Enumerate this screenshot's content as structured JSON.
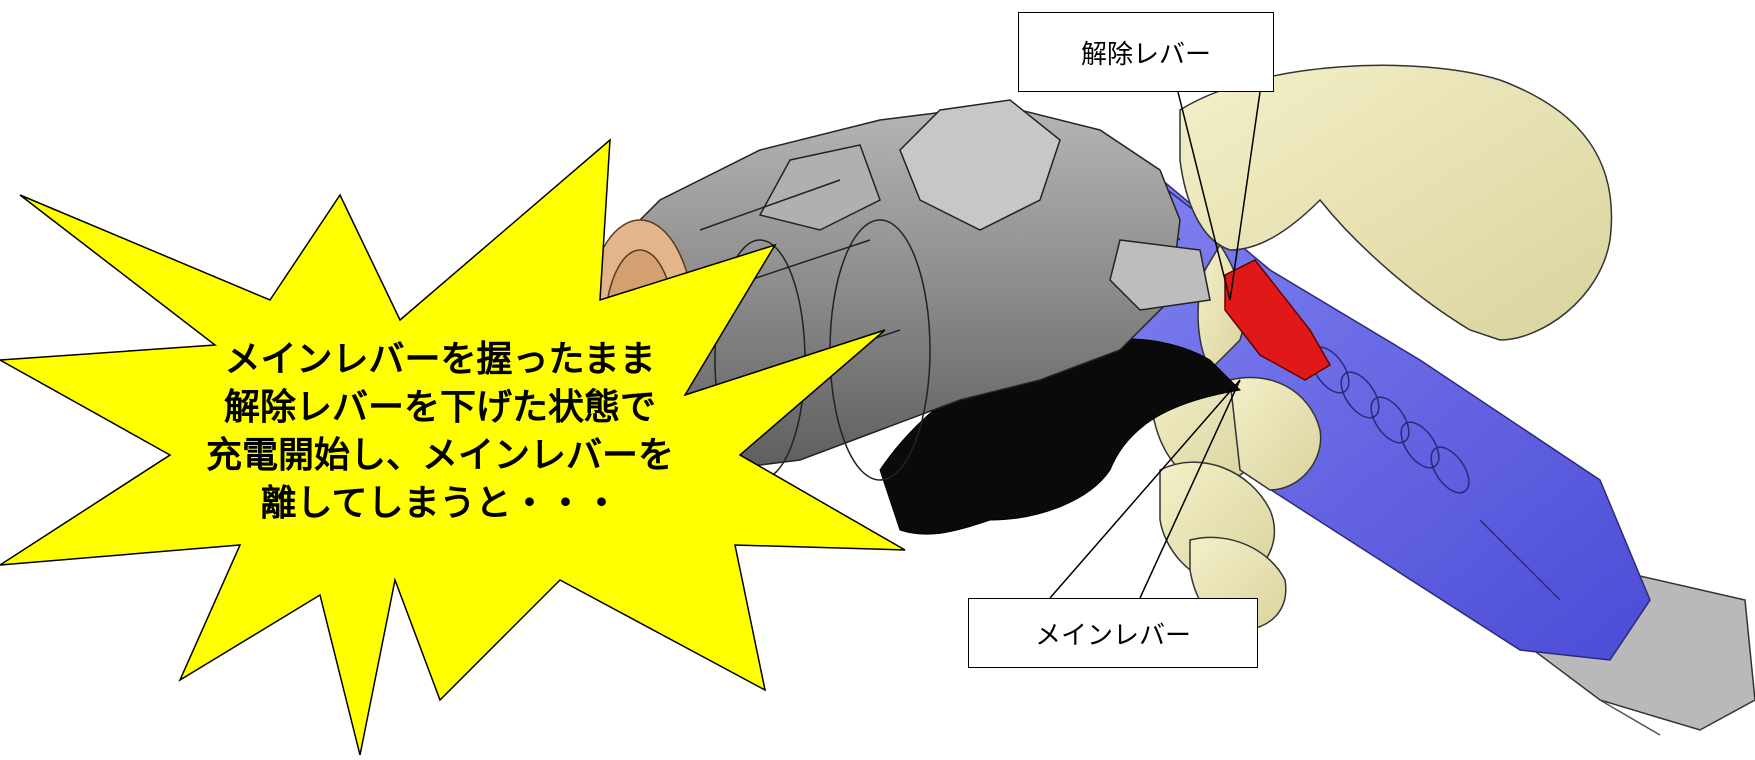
{
  "colors": {
    "burst_fill": "#ffff00",
    "connector_gray": "#8e8e8e",
    "handle_blue": "#6b6bf0",
    "release_lever_red": "#e01818",
    "main_lever_black": "#0a0a0a",
    "hand_beige": "#ece8b8",
    "copper_face": "#e3b58a"
  },
  "callouts": {
    "release_lever": "解除レバー",
    "main_lever": "メインレバー"
  },
  "burst": {
    "lines": [
      "メインレバーを握ったまま",
      "解除レバーを下げた状態で",
      "充電開始し、メインレバーを",
      "離してしまうと・・・"
    ]
  }
}
